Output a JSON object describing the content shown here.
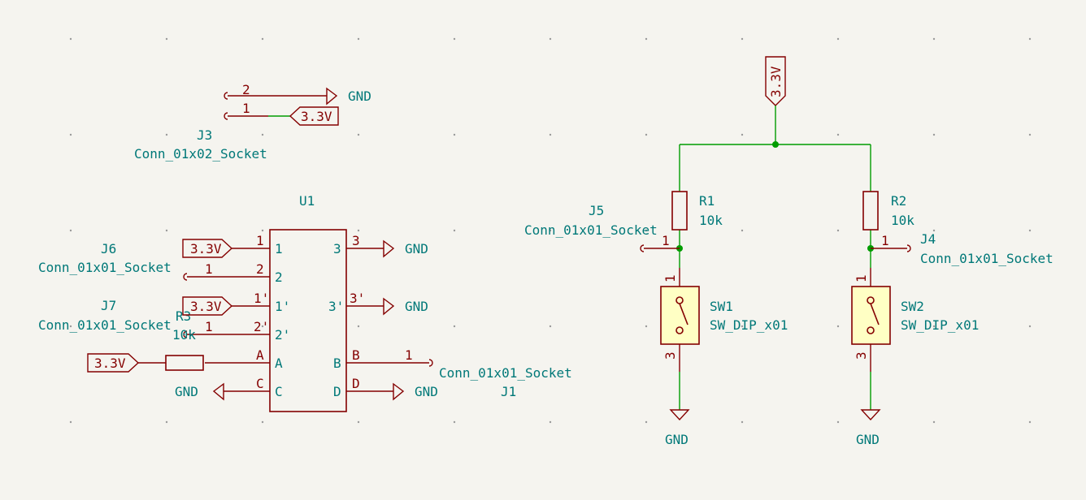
{
  "power": {
    "v33": "3.3V",
    "gnd": "GND"
  },
  "j3": {
    "ref": "J3",
    "value": "Conn_01x02_Socket",
    "pin2": "2",
    "pin1": "1"
  },
  "u1": {
    "ref": "U1",
    "pins": [
      {
        "num": "1",
        "name": "1"
      },
      {
        "num": "2",
        "name": "2"
      },
      {
        "num": "1'",
        "name": "1'"
      },
      {
        "num": "2'",
        "name": "2'"
      },
      {
        "num": "A",
        "name": "A"
      },
      {
        "num": "C",
        "name": "C"
      },
      {
        "num": "3",
        "name": "3"
      },
      {
        "num": "3'",
        "name": "3'"
      },
      {
        "num": "B",
        "name": "B"
      },
      {
        "num": "D",
        "name": "D"
      }
    ]
  },
  "j6": {
    "ref": "J6",
    "value": "Conn_01x01_Socket",
    "pin": "1"
  },
  "j7": {
    "ref": "J7",
    "value": "Conn_01x01_Socket",
    "pin": "1"
  },
  "r3": {
    "ref": "R3",
    "value": "10k"
  },
  "j1": {
    "ref": "J1",
    "value": "Conn_01x01_Socket",
    "pin": "1"
  },
  "j5": {
    "ref": "J5",
    "value": "Conn_01x01_Socket",
    "pin": "1"
  },
  "j4": {
    "ref": "J4",
    "value": "Conn_01x01_Socket",
    "pin": "1"
  },
  "r1": {
    "ref": "R1",
    "value": "10k"
  },
  "r2": {
    "ref": "R2",
    "value": "10k"
  },
  "sw1": {
    "ref": "SW1",
    "value": "SW_DIP_x01",
    "pin1": "1",
    "pin3": "3"
  },
  "sw2": {
    "ref": "SW2",
    "value": "SW_DIP_x01",
    "pin1": "1",
    "pin3": "3"
  },
  "colors": {
    "wire": "#009c00",
    "symbol": "#840000",
    "text": "#007878",
    "body_fill": "#ffffc4",
    "background": "#f5f4ef"
  }
}
